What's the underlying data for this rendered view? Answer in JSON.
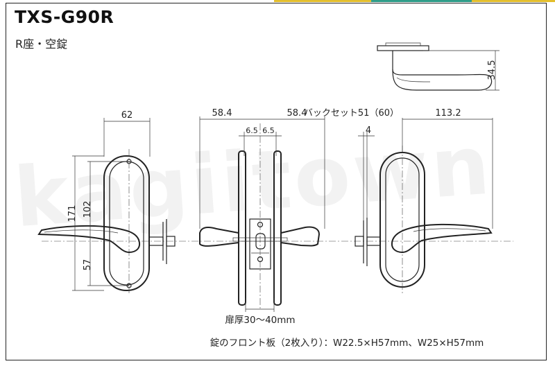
{
  "header": {
    "model": "TXS-G90R",
    "subtitle": "R座・空錠"
  },
  "watermark": "kagiitown",
  "dimensions": {
    "front_width": "62",
    "front_height_total": "171",
    "front_height_102": "102",
    "front_lower_57": "57",
    "side_left_projection": "58.4",
    "side_right_projection": "58.4",
    "spindle_offset_left": "6.5",
    "spindle_offset_right": "6.5",
    "backset_label": "バックセット51（60）",
    "lever_length": "113.2",
    "back_offset": "4",
    "top_view_height": "34.5"
  },
  "notes": {
    "door_thickness": "扉厚30〜40mm",
    "front_plate": "錠のフロント板（2枚入り）：W22.5×H57mm、W25×H57mm"
  },
  "colors": {
    "topbar_segments": [
      "#e3be2c",
      "#2e9c88",
      "#e3be2c"
    ]
  }
}
